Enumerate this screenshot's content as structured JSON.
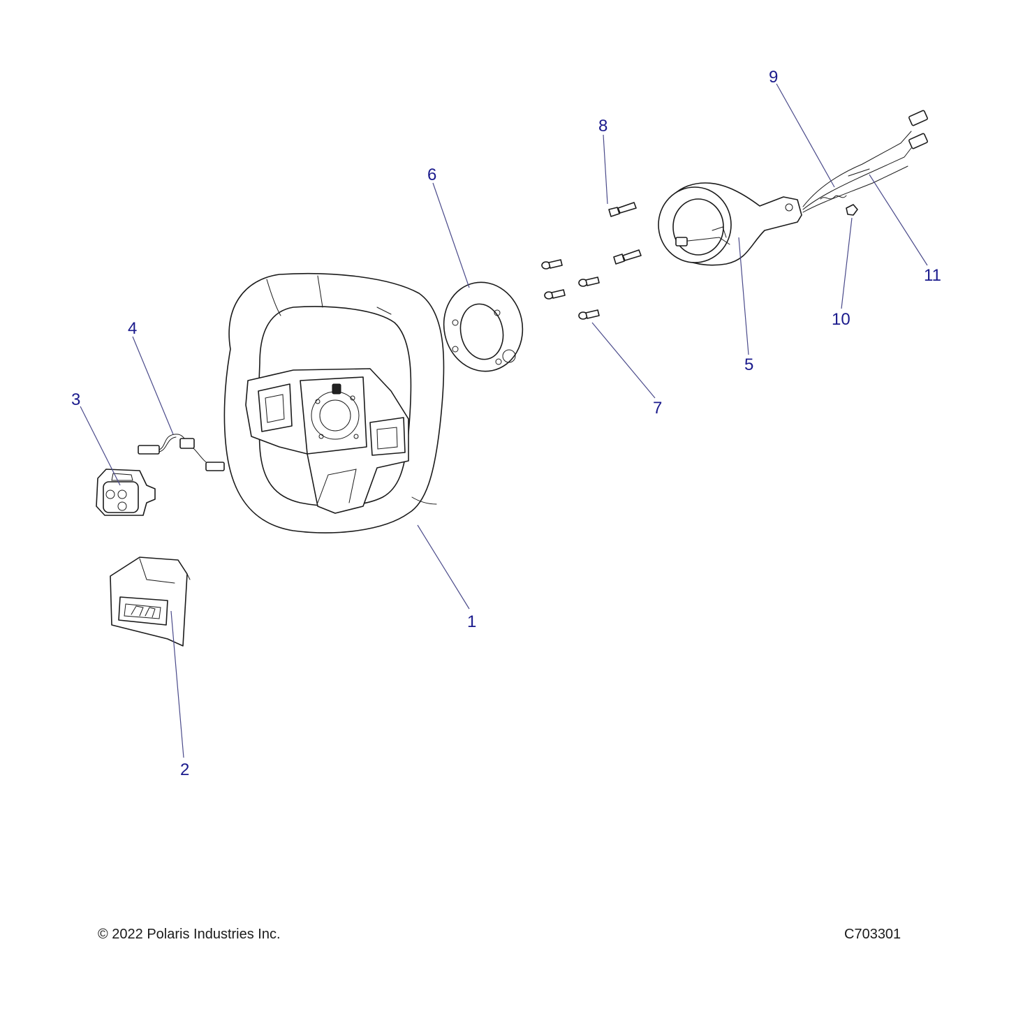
{
  "callouts": [
    {
      "id": "1",
      "label": "1"
    },
    {
      "id": "2",
      "label": "2"
    },
    {
      "id": "3",
      "label": "3"
    },
    {
      "id": "4",
      "label": "4"
    },
    {
      "id": "5",
      "label": "5"
    },
    {
      "id": "6",
      "label": "6"
    },
    {
      "id": "7",
      "label": "7"
    },
    {
      "id": "8",
      "label": "8"
    },
    {
      "id": "9",
      "label": "9"
    },
    {
      "id": "10",
      "label": "10"
    },
    {
      "id": "11",
      "label": "11"
    }
  ],
  "footer": {
    "copyright": "© 2022 Polaris Industries Inc.",
    "code": "C703301"
  },
  "colors": {
    "callout": "#1a1a8c",
    "leader": "#4a4a8a",
    "outline": "#1a1a1a"
  }
}
